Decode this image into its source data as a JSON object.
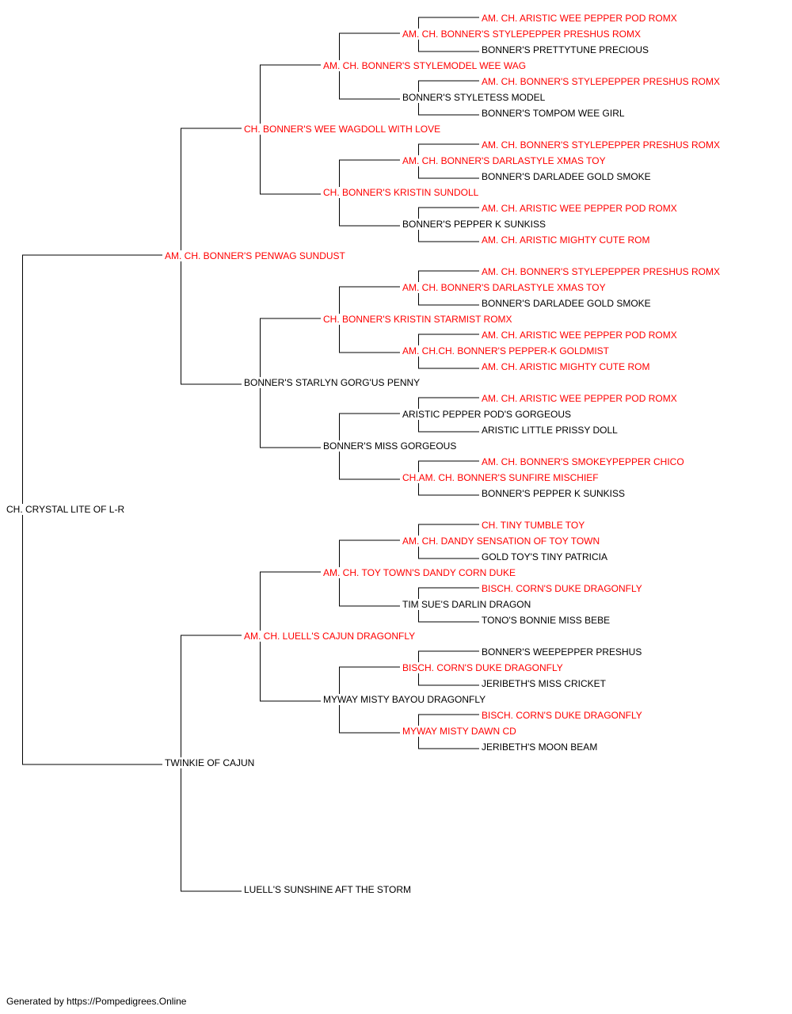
{
  "colors": {
    "champion": "#ff0000",
    "regular": "#000000",
    "line": "#000000"
  },
  "dogs": [
    {
      "name": "AM. CH. ARISTIC WEE PEPPER POD ROMX",
      "ch": true
    },
    {
      "name": "AM. CH. BONNER'S STYLEPEPPER PRESHUS ROMX",
      "ch": true
    },
    {
      "name": "BONNER'S PRETTYTUNE PRECIOUS",
      "ch": false
    },
    {
      "name": "AM. CH. BONNER'S STYLEMODEL WEE WAG",
      "ch": true
    },
    {
      "name": "AM. CH. BONNER'S STYLEPEPPER PRESHUS ROMX",
      "ch": true
    },
    {
      "name": "BONNER'S STYLETESS MODEL",
      "ch": false
    },
    {
      "name": "BONNER'S TOMPOM WEE GIRL",
      "ch": false
    },
    {
      "name": "CH. BONNER'S WEE WAGDOLL WITH LOVE",
      "ch": true
    },
    {
      "name": "AM. CH. BONNER'S STYLEPEPPER PRESHUS ROMX",
      "ch": true
    },
    {
      "name": "AM. CH. BONNER'S DARLASTYLE XMAS TOY",
      "ch": true
    },
    {
      "name": "BONNER'S DARLADEE GOLD SMOKE",
      "ch": false
    },
    {
      "name": "CH. BONNER'S KRISTIN SUNDOLL",
      "ch": true
    },
    {
      "name": "AM. CH. ARISTIC WEE PEPPER POD ROMX",
      "ch": true
    },
    {
      "name": "BONNER'S PEPPER K SUNKISS",
      "ch": false
    },
    {
      "name": "AM. CH. ARISTIC MIGHTY CUTE ROM",
      "ch": true
    },
    {
      "name": "AM. CH. BONNER'S PENWAG SUNDUST",
      "ch": true
    },
    {
      "name": "AM. CH. BONNER'S STYLEPEPPER PRESHUS ROMX",
      "ch": true
    },
    {
      "name": "AM. CH. BONNER'S DARLASTYLE XMAS TOY",
      "ch": true
    },
    {
      "name": "BONNER'S DARLADEE GOLD SMOKE",
      "ch": false
    },
    {
      "name": "CH. BONNER'S KRISTIN STARMIST ROMX",
      "ch": true
    },
    {
      "name": "AM. CH. ARISTIC WEE PEPPER POD ROMX",
      "ch": true
    },
    {
      "name": "AM. CH.CH. BONNER'S PEPPER-K GOLDMIST",
      "ch": true
    },
    {
      "name": "AM. CH. ARISTIC MIGHTY CUTE ROM",
      "ch": true
    },
    {
      "name": "BONNER'S STARLYN GORG'US PENNY",
      "ch": false
    },
    {
      "name": "AM. CH. ARISTIC WEE PEPPER POD ROMX",
      "ch": true
    },
    {
      "name": "ARISTIC PEPPER POD'S GORGEOUS",
      "ch": false
    },
    {
      "name": "ARISTIC LITTLE PRISSY DOLL",
      "ch": false
    },
    {
      "name": "BONNER'S MISS GORGEOUS",
      "ch": false
    },
    {
      "name": "AM. CH. BONNER'S SMOKEYPEPPER CHICO",
      "ch": true
    },
    {
      "name": "CH.AM. CH. BONNER'S SUNFIRE MISCHIEF",
      "ch": true
    },
    {
      "name": "BONNER'S PEPPER K SUNKISS",
      "ch": false
    },
    {
      "name": "CH. CRYSTAL LITE OF L-R",
      "ch": false
    },
    {
      "name": "CH. TINY TUMBLE TOY",
      "ch": true
    },
    {
      "name": "AM. CH. DANDY SENSATION OF TOY TOWN",
      "ch": true
    },
    {
      "name": "GOLD TOY'S TINY PATRICIA",
      "ch": false
    },
    {
      "name": "AM. CH. TOY TOWN'S DANDY CORN DUKE",
      "ch": true
    },
    {
      "name": "BISCH. CORN'S DUKE DRAGONFLY",
      "ch": true
    },
    {
      "name": "TIM SUE'S DARLIN DRAGON",
      "ch": false
    },
    {
      "name": "TONO'S BONNIE MISS BEBE",
      "ch": false
    },
    {
      "name": "AM. CH. LUELL'S CAJUN DRAGONFLY",
      "ch": true
    },
    {
      "name": "BONNER'S WEEPEPPER PRESHUS",
      "ch": false
    },
    {
      "name": "BISCH. CORN'S DUKE DRAGONFLY",
      "ch": true
    },
    {
      "name": "JERIBETH'S MISS CRICKET",
      "ch": false
    },
    {
      "name": "MYWAY MISTY BAYOU DRAGONFLY",
      "ch": false
    },
    {
      "name": "BISCH. CORN'S DUKE DRAGONFLY",
      "ch": true
    },
    {
      "name": "MYWAY MISTY DAWN CD",
      "ch": true
    },
    {
      "name": "JERIBETH'S MOON BEAM",
      "ch": false
    },
    {
      "name": "TWINKIE OF CAJUN",
      "ch": false
    },
    {
      "name": "LUELL'S SUNSHINE AFT THE STORM",
      "ch": false
    }
  ],
  "footer": "Generated by https://Pompedigrees.Online"
}
